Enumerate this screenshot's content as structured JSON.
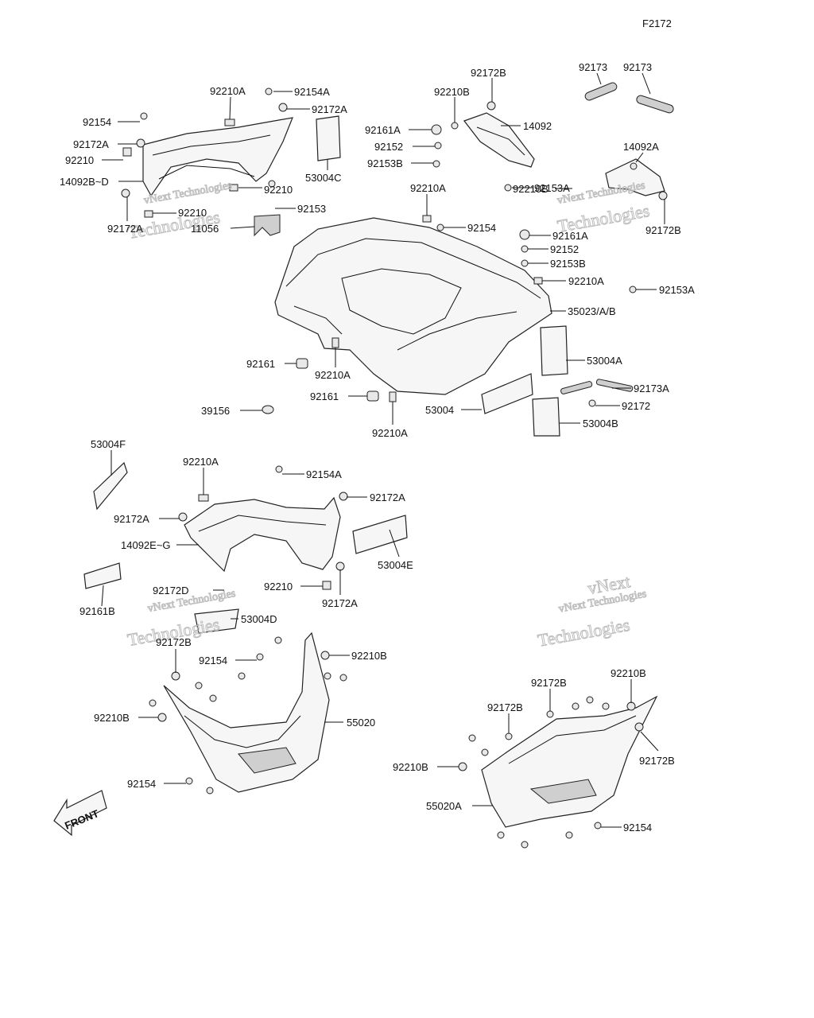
{
  "figure_code": "F2172",
  "watermark": {
    "line1": "vNext Technologies",
    "line2": "Technologies",
    "line3": "vNext"
  },
  "front_label": "FRONT",
  "parts": {
    "p92210A_top": "92210A",
    "p92154A_top": "92154A",
    "p92172A_top": "92172A",
    "p92154_l": "92154",
    "p92172A_l": "92172A",
    "p92210_l": "92210",
    "p14092BD": "14092B~D",
    "p92210_c": "92210",
    "p92210_c2": "92210",
    "p92153_c": "92153",
    "p92172A_l2": "92172A",
    "p11056": "11056",
    "p53004C": "53004C",
    "p92172B_t": "92172B",
    "p92210B_t": "92210B",
    "p92161A_t": "92161A",
    "p92152_t": "92152",
    "p92153B_t": "92153B",
    "p14092": "14092",
    "p92173_a": "92173",
    "p92173_b": "92173",
    "p14092A": "14092A",
    "p92210B_r": "92210B",
    "p92153A_r": "92153A",
    "p92172B_r": "92172B",
    "p92210A_m": "92210A",
    "p92154_m": "92154",
    "p92161A_m": "92161A",
    "p92152_m": "92152",
    "p92153B_m": "92153B",
    "p92210A_m2": "92210A",
    "p92153A_m": "92153A",
    "p35023": "35023/A/B",
    "p53004A": "53004A",
    "p92161_m": "92161",
    "p92210A_m3": "92210A",
    "p92161_m2": "92161",
    "p92173A": "92173A",
    "p92172_m": "92172",
    "p39156": "39156",
    "p53004": "53004",
    "p53004B": "53004B",
    "p92210A_m4": "92210A",
    "p53004F": "53004F",
    "p92210A_f": "92210A",
    "p92154A_f": "92154A",
    "p92172A_f": "92172A",
    "p92172A_f2": "92172A",
    "p14092EG": "14092E~G",
    "p53004E": "53004E",
    "p92210_f": "92210",
    "p92172A_f3": "92172A",
    "p92161B": "92161B",
    "p92172D": "92172D",
    "p53004D": "53004D",
    "p92172B_f": "92172B",
    "p92154_f": "92154",
    "p92210B_f": "92210B",
    "p92210B_f2": "92210B",
    "p55020": "55020",
    "p92154_f2": "92154",
    "p92172B_b": "92172B",
    "p92210B_b": "92210B",
    "p92172B_b2": "92172B",
    "p92172B_b3": "92172B",
    "p92210B_b2": "92210B",
    "p55020A": "55020A",
    "p92154_b": "92154"
  }
}
